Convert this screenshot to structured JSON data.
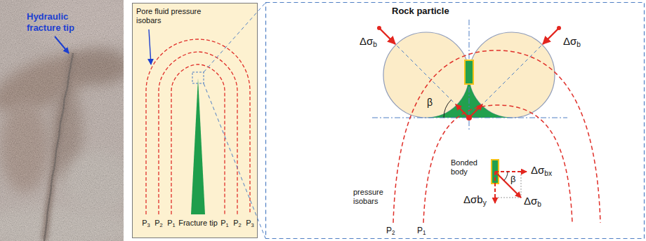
{
  "diagram": {
    "labels": [
      "Hydraulic fracture tip",
      "Pore fluid pressure isobars",
      "P3",
      "P2",
      "P1",
      "Fracture tip",
      "P1",
      "P2",
      "P3",
      "Rock particle",
      "Δσb",
      "Δσb",
      "β",
      "pressure isobars",
      "P2",
      "P1",
      "Bonded body",
      "Δσbx",
      "β",
      "Δσby",
      "Δσb"
    ]
  }
}
